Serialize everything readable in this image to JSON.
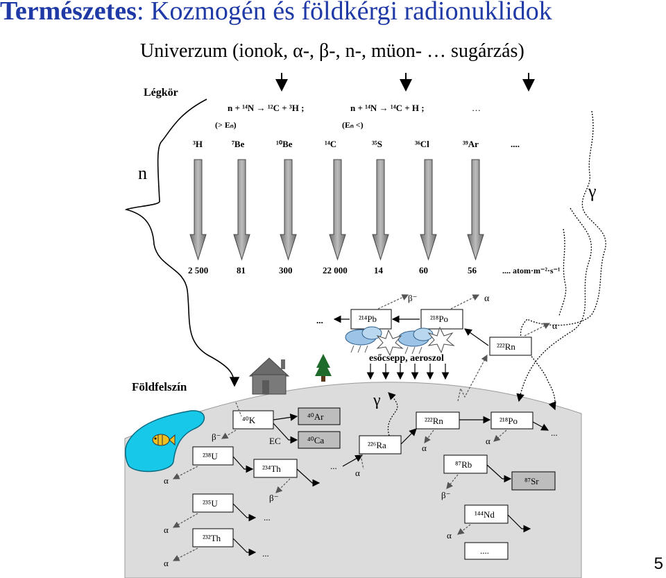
{
  "title": {
    "highlight": "Természetes",
    "rest": ": Kozmogén és földkérgi radionuklidok"
  },
  "subtitle": "Univerzum (ionok, α-, β-, n-, müon- … sugárzás)",
  "page_number": "5",
  "atmosphere": {
    "label": "Légkör",
    "reaction1": "n + ¹⁴N → ¹²C + ³H ;",
    "reaction1_note": "(> Eₙ)",
    "reaction2": "n + ¹⁴N → ¹⁴C + H ;",
    "reaction2_note": "(Eₙ <)",
    "reaction_more": "…",
    "nuclides": [
      {
        "name": "³H",
        "rate": "2 500"
      },
      {
        "name": "⁷Be",
        "rate": "81"
      },
      {
        "name": "¹⁰Be",
        "rate": "300"
      },
      {
        "name": "¹⁴C",
        "rate": "22 000"
      },
      {
        "name": "³⁵S",
        "rate": "14"
      },
      {
        "name": "³⁶Cl",
        "rate": "60"
      },
      {
        "name": "³⁹Ar",
        "rate": "56"
      }
    ],
    "nuclides_more": "....",
    "rate_unit": ".... atom·m⁻²·s⁻¹"
  },
  "side_labels": {
    "neutron": "n",
    "gamma": "γ",
    "gamma_ground": "γ"
  },
  "air_chain": {
    "more": "...",
    "pb214": "²¹⁴Pb",
    "po218": "²¹⁸Po",
    "rn222": "²²²Rn",
    "beta": "β⁻",
    "alpha1": "α",
    "alpha2": "α",
    "rain": "esőcsepp, aeroszol"
  },
  "ground": {
    "label": "Földfelszín",
    "k40": "⁴⁰K",
    "ar40": "⁴⁰Ar",
    "ca40": "⁴⁰Ca",
    "ec": "EC",
    "beta_k": "β⁻",
    "u238": "²³⁸U",
    "th234": "²³⁴Th",
    "ra226": "²²⁶Ra",
    "rn222": "²²²Rn",
    "po218": "²¹⁸Po",
    "rb87": "⁸⁷Rb",
    "sr87": "⁸⁷Sr",
    "u235": "²³⁵U",
    "th232": "²³²Th",
    "nd144": "¹⁴⁴Nd",
    "alpha": "α",
    "beta": "β⁻",
    "more": "...",
    "dots_box": "...."
  }
}
